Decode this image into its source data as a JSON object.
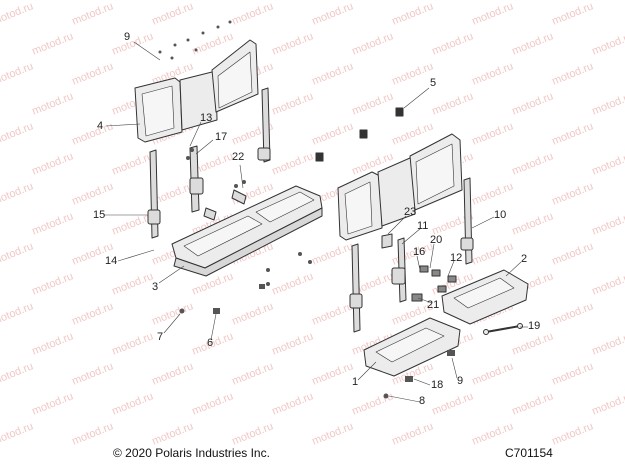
{
  "watermark": "motod.ru",
  "callouts": [
    {
      "id": "9a",
      "label": "9"
    },
    {
      "id": "4",
      "label": "4"
    },
    {
      "id": "13",
      "label": "13"
    },
    {
      "id": "17",
      "label": "17"
    },
    {
      "id": "22",
      "label": "22"
    },
    {
      "id": "15",
      "label": "15"
    },
    {
      "id": "14",
      "label": "14"
    },
    {
      "id": "3",
      "label": "3"
    },
    {
      "id": "7",
      "label": "7"
    },
    {
      "id": "6",
      "label": "6"
    },
    {
      "id": "5",
      "label": "5"
    },
    {
      "id": "23",
      "label": "23"
    },
    {
      "id": "11",
      "label": "11"
    },
    {
      "id": "10",
      "label": "10"
    },
    {
      "id": "20",
      "label": "20"
    },
    {
      "id": "16",
      "label": "16"
    },
    {
      "id": "12",
      "label": "12"
    },
    {
      "id": "2",
      "label": "2"
    },
    {
      "id": "21",
      "label": "21"
    },
    {
      "id": "19",
      "label": "19"
    },
    {
      "id": "1",
      "label": "1"
    },
    {
      "id": "9b",
      "label": "9"
    },
    {
      "id": "18",
      "label": "18"
    },
    {
      "id": "8",
      "label": "8"
    }
  ],
  "footer": {
    "copyright": "© 2020 Polaris Industries Inc.",
    "figure_id": "C701154"
  }
}
